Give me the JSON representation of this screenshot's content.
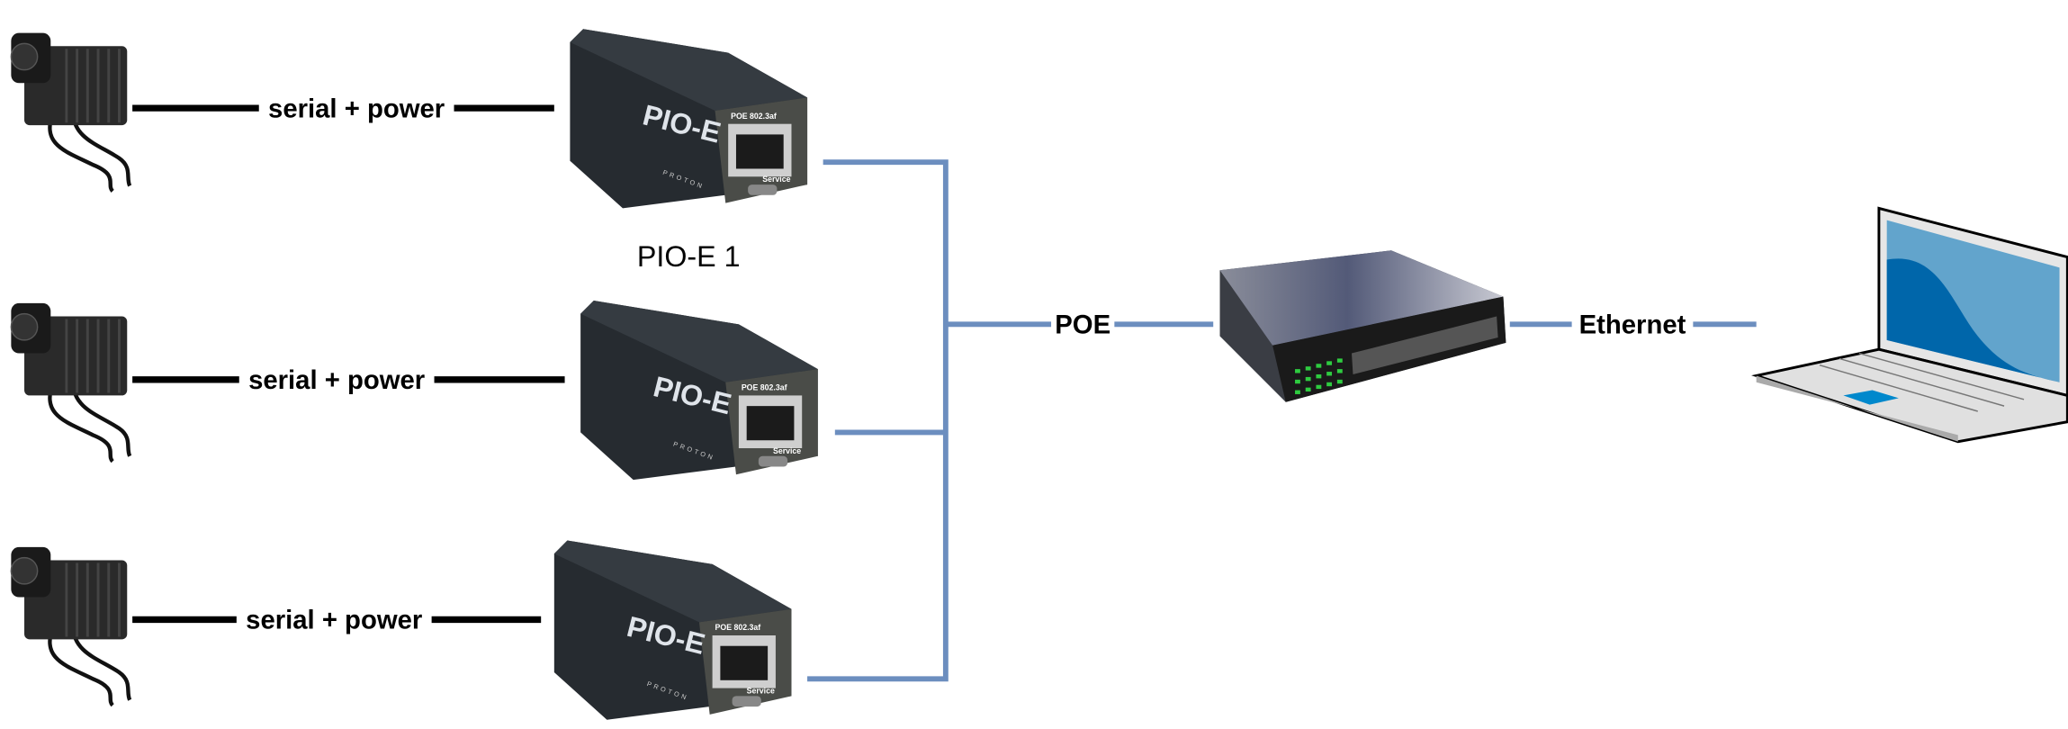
{
  "links": {
    "camera_link_label": [
      "serial + power",
      "serial + power",
      "serial + power"
    ],
    "poe_label": "POE",
    "ethernet_label": "Ethernet"
  },
  "devices": {
    "pio_caption": "PIO-E 1",
    "pio_logo": "PIO-E",
    "pio_port_label": "POE 802.3af",
    "pio_service_label": "Service",
    "pio_brand": "PROTON"
  },
  "colors": {
    "link_blue": "#6c8ebf",
    "serial_black": "#000000",
    "device_dark": "#2b3035",
    "switch_led": "#2ecc40",
    "laptop_screen": "#0066aa"
  }
}
